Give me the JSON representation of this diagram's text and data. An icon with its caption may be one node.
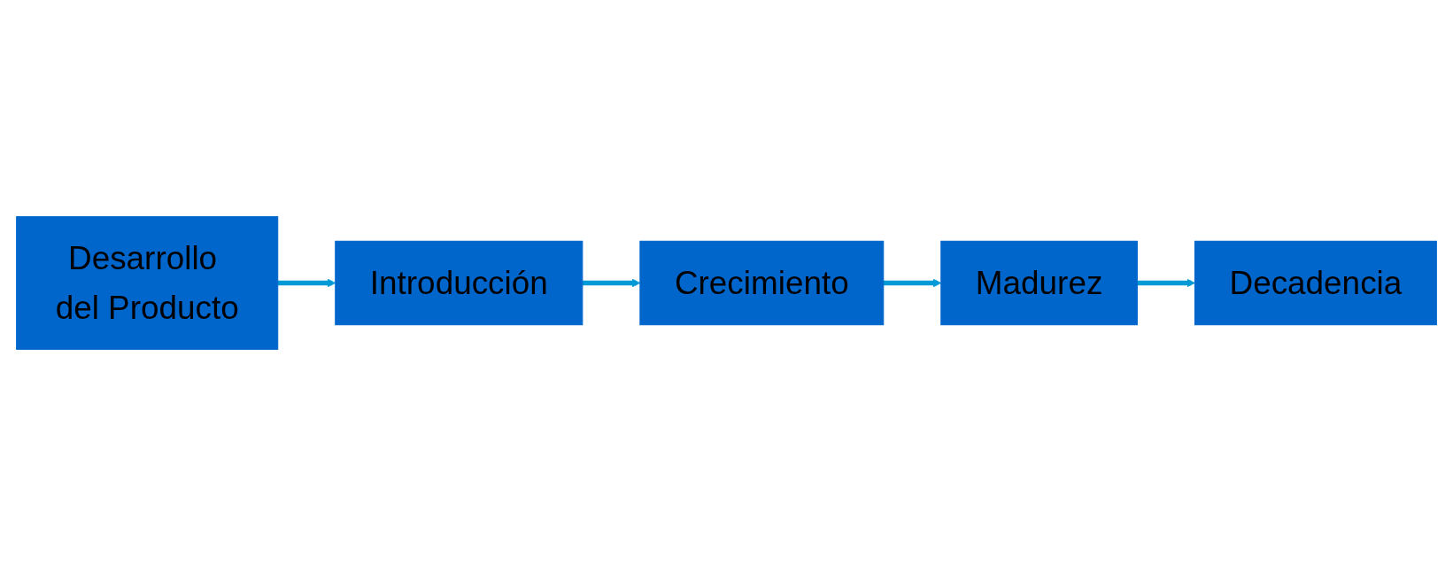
{
  "diagram": {
    "nodes": [
      {
        "text": [
          "Desarrollo del Producto"
        ]
      },
      {
        "text": [
          "Introducción"
        ]
      },
      {
        "text": [
          "Crecimiento"
        ]
      },
      {
        "text": [
          "Madurez"
        ]
      },
      {
        "text": [
          "Decadencia"
        ]
      }
    ],
    "edges": [
      {
        "from": 0,
        "to": 1,
        "arrow": "to"
      },
      {
        "from": 1,
        "to": 2,
        "arrow": "to"
      },
      {
        "from": 2,
        "to": 3,
        "arrow": "to"
      },
      {
        "from": 3,
        "to": 4,
        "arrow": "to"
      }
    ]
  }
}
